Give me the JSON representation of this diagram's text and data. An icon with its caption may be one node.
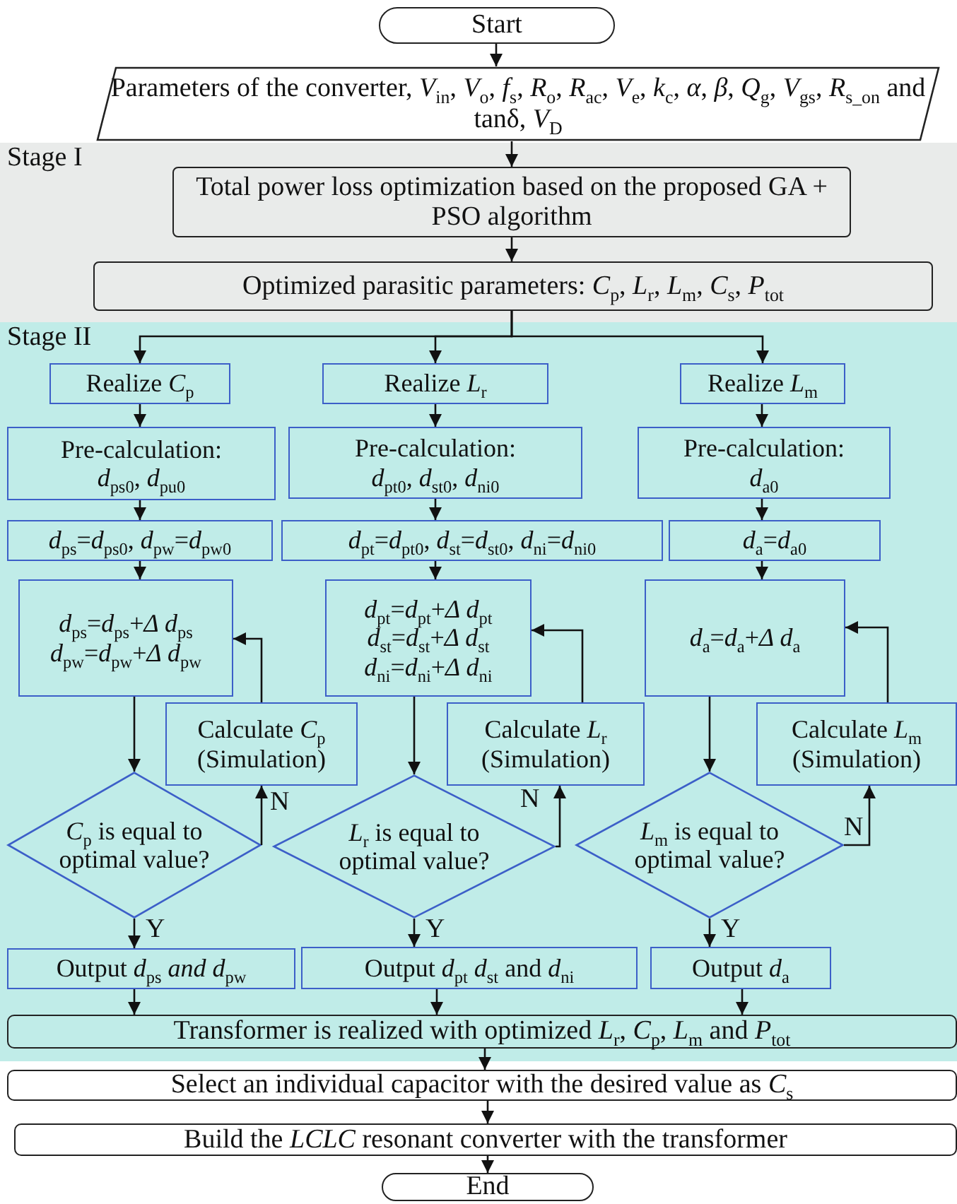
{
  "diagram": {
    "nodes": [
      {
        "text": [
          "Start"
        ]
      },
      {
        "text": [
          "Parameters of the converter, *V*$_{in}$, *V*$_{o}$, *f*$_{s}$, *R*$_{o}$, *R*$_{ac}$, *V*$_{e}$, *k*$_{c}$, *α*, *β*, *Q*$_{g}$, *V*$_{gs}$, *R*$_{s_on}$ and tanδ, *V*$_{D}$"
        ]
      },
      {
        "text": [
          "Stage I"
        ]
      },
      {
        "text": [
          "Total power loss optimization based on the proposed GA + PSO algorithm"
        ],
        "in": 2
      },
      {
        "text": [
          "Optimized parasitic parameters: *C*$_{p}$, *L*$_{r}$, *L*$_{m}$, *C*$_{s}$, *P*$_{tot}$"
        ],
        "in": 2
      },
      {
        "text": [
          "Stage II"
        ]
      },
      {
        "text": [
          "Realize *C*$_{p}$"
        ],
        "in": 5
      },
      {
        "text": [
          "Realize *L*$_{r}$"
        ],
        "in": 5
      },
      {
        "text": [
          "Realize *L*$_{m}$"
        ],
        "in": 5
      },
      {
        "text": [
          "Pre-calculation:",
          "*d*$_{ps0}$, *d*$_{pu0}$"
        ],
        "in": 5
      },
      {
        "text": [
          "Pre-calculation:",
          "*d*$_{pt0}$, *d*$_{st0}$, *d*$_{ni0}$"
        ],
        "in": 5
      },
      {
        "text": [
          "Pre-calculation:",
          "*d*$_{a0}$"
        ],
        "in": 5
      },
      {
        "text": [
          "*d*$_{ps}$=*d*$_{ps0}$, *d*$_{pw}$=*d*$_{pw0}$"
        ],
        "in": 5
      },
      {
        "text": [
          "*d*$_{pt}$=*d*$_{pt0}$, *d*$_{st}$=*d*$_{st0}$, *d*$_{ni}$=*d*$_{ni0}$"
        ],
        "in": 5
      },
      {
        "text": [
          "*d*$_{a}$=*d*$_{a0}$"
        ],
        "in": 5
      },
      {
        "text": [
          "*d*$_{ps}$=*d*$_{ps}$+*Δ d*$_{ps}$",
          "*d*$_{pw}$=*d*$_{pw}$+*Δ d*$_{pw}$"
        ],
        "in": 5
      },
      {
        "text": [
          "*d*$_{pt}$=*d*$_{pt}$+*Δ d*$_{pt}$",
          "*d*$_{st}$=*d*$_{st}$+*Δ d*$_{st}$",
          "*d*$_{ni}$=*d*$_{ni}$+*Δ d*$_{ni}$"
        ],
        "in": 5
      },
      {
        "text": [
          "*d*$_{a}$=*d*$_{a}$+*Δ d*$_{a}$"
        ],
        "in": 5
      },
      {
        "text": [
          "Calculate *C*$_{p}$ (Simulation)"
        ],
        "in": 5
      },
      {
        "text": [
          "Calculate *L*$_{r}$ (Simulation)"
        ],
        "in": 5
      },
      {
        "text": [
          "Calculate *L*$_{m}$ (Simulation)"
        ],
        "in": 5
      },
      {
        "text": [
          "*C*$_{p}$ is equal to optimal value?"
        ],
        "in": 5
      },
      {
        "text": [
          "*L*$_{r}$ is equal to optimal value?"
        ],
        "in": 5
      },
      {
        "text": [
          "*L*$_{m}$ is equal to optimal value?"
        ],
        "in": 5
      },
      {
        "text": [
          "Output *d*$_{ps}$ *and* *d*$_{pw}$"
        ],
        "in": 5
      },
      {
        "text": [
          "Output *d*$_{pt}$ *d*$_{st}$ and *d*$_{ni}$"
        ],
        "in": 5
      },
      {
        "text": [
          "Output *d*$_{a}$"
        ],
        "in": 5
      },
      {
        "text": [
          "Transformer is realized with optimized *L*$_{r}$, *C*$_{p}$, *L*$_{m}$ and *P*$_{tot}$"
        ],
        "in": 5
      },
      {
        "text": [
          "Select an individual capacitor with the desired value as *C*$_{s}$"
        ]
      },
      {
        "text": [
          "Build the *LCLC* resonant converter with the transformer"
        ]
      },
      {
        "text": [
          "End"
        ]
      }
    ],
    "edges": [
      {
        "from": 0,
        "to": 1,
        "arrow": "to"
      },
      {
        "from": 1,
        "to": 3,
        "arrow": "to"
      },
      {
        "from": 3,
        "to": 4,
        "arrow": "to"
      },
      {
        "from": 4,
        "to": 6,
        "arrow": "to"
      },
      {
        "from": 4,
        "to": 7,
        "arrow": "to"
      },
      {
        "from": 4,
        "to": 8,
        "arrow": "to"
      },
      {
        "from": 6,
        "to": 9,
        "arrow": "to"
      },
      {
        "from": 7,
        "to": 10,
        "arrow": "to"
      },
      {
        "from": 8,
        "to": 11,
        "arrow": "to"
      },
      {
        "from": 9,
        "to": 12,
        "arrow": "to"
      },
      {
        "from": 10,
        "to": 13,
        "arrow": "to"
      },
      {
        "from": 11,
        "to": 14,
        "arrow": "to"
      },
      {
        "from": 12,
        "to": 15,
        "arrow": "to"
      },
      {
        "from": 13,
        "to": 16,
        "arrow": "to"
      },
      {
        "from": 14,
        "to": 17,
        "arrow": "to"
      },
      {
        "from": 15,
        "to": 21,
        "arrow": "to"
      },
      {
        "from": 16,
        "to": 22,
        "arrow": "to"
      },
      {
        "from": 17,
        "to": 23,
        "arrow": "to"
      },
      {
        "from": 21,
        "to": 18,
        "arrow": "to",
        "label": "N"
      },
      {
        "from": 22,
        "to": 19,
        "arrow": "to",
        "label": "N"
      },
      {
        "from": 23,
        "to": 20,
        "arrow": "to",
        "label": "N"
      },
      {
        "from": 18,
        "to": 15,
        "arrow": "to"
      },
      {
        "from": 19,
        "to": 16,
        "arrow": "to"
      },
      {
        "from": 20,
        "to": 17,
        "arrow": "to"
      },
      {
        "from": 21,
        "to": 24,
        "arrow": "to",
        "label": "Y"
      },
      {
        "from": 22,
        "to": 25,
        "arrow": "to",
        "label": "Y"
      },
      {
        "from": 23,
        "to": 26,
        "arrow": "to",
        "label": "Y"
      },
      {
        "from": 24,
        "to": 27,
        "arrow": "to"
      },
      {
        "from": 25,
        "to": 27,
        "arrow": "to"
      },
      {
        "from": 26,
        "to": 27,
        "arrow": "to"
      },
      {
        "from": 27,
        "to": 28,
        "arrow": "to"
      },
      {
        "from": 28,
        "to": 29,
        "arrow": "to"
      },
      {
        "from": 29,
        "to": 30,
        "arrow": "to"
      }
    ]
  }
}
